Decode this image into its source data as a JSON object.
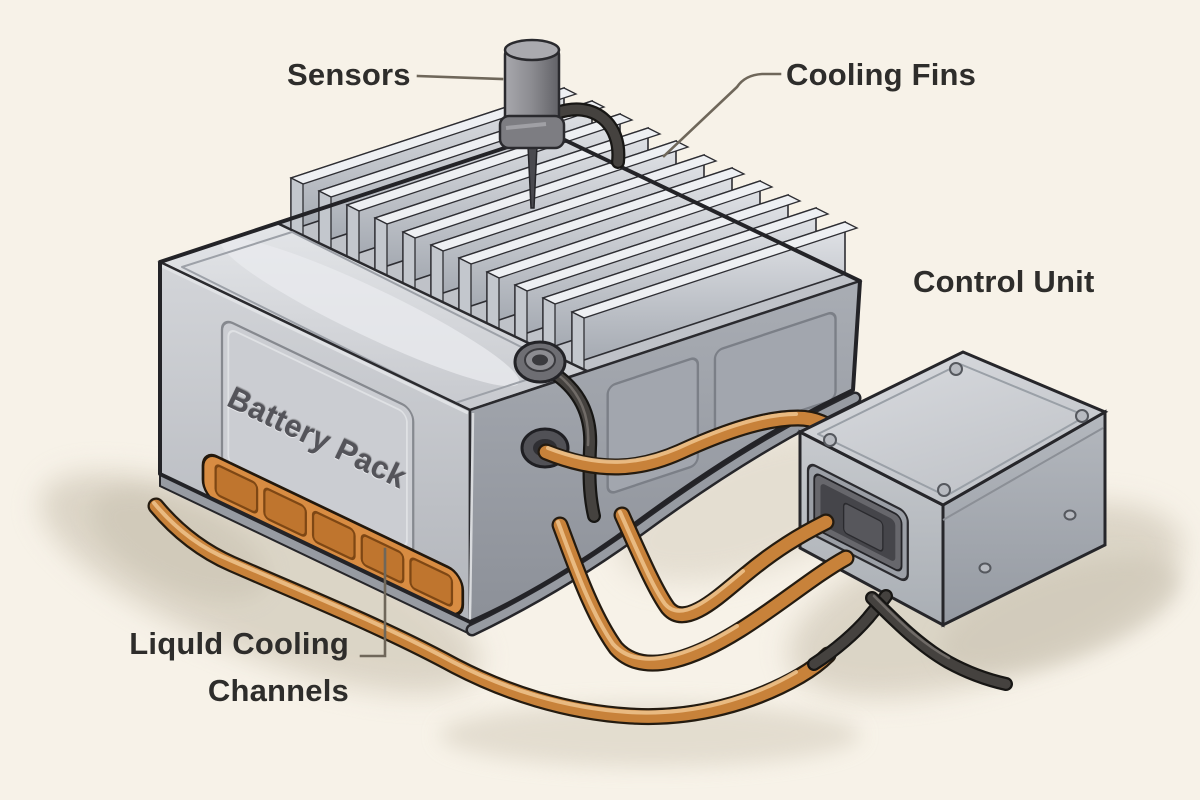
{
  "figure": {
    "type": "technical-illustration",
    "subject": "Battery pack liquid cooling system"
  },
  "labels": {
    "sensors": "Sensors",
    "cooling_fins": "Cooling Fins",
    "control_unit": "Control Unit",
    "battery_pack": "Battery Pack",
    "liquid_cooling_lines": [
      "Liquld Cooling",
      "Channels"
    ]
  },
  "colors": {
    "background": "#f7f2e8",
    "label_text": "#2e2d2b",
    "leader_line": "#6f675a",
    "copper_pipe": "#c8823a",
    "copper_highlight": "#ecc089",
    "cable_dark": "#45423f",
    "channel_orange": "#d88c42",
    "channel_window": "#bf752e",
    "outline_ink": "#232327",
    "ground_shadow": "#d9d2c3"
  }
}
